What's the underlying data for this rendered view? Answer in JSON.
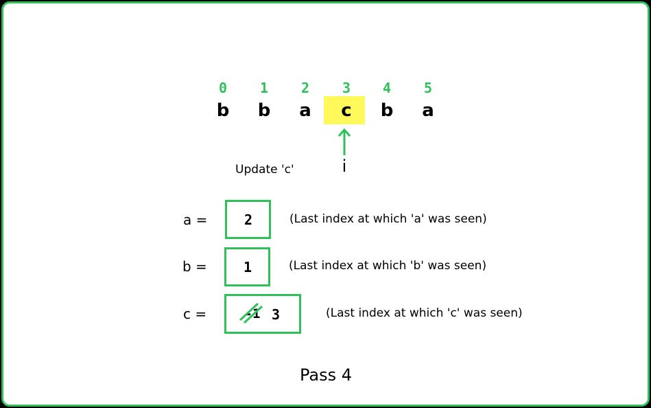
{
  "sequence": {
    "indices": [
      "0",
      "1",
      "2",
      "3",
      "4",
      "5"
    ],
    "characters": [
      "b",
      "b",
      "a",
      "c",
      "b",
      "a"
    ],
    "highlight_color": "#fff95c",
    "index_color": "#2fc05a"
  },
  "pointer": {
    "label": "i"
  },
  "note": "Update 'c'",
  "variables": [
    {
      "name": "a =",
      "value": "2",
      "description": "(Last index at which 'a' was seen)"
    },
    {
      "name": "b =",
      "value": "1",
      "description": "(Last index at which 'b' was seen)"
    },
    {
      "name": "c =",
      "old_value": "-1",
      "value": "3",
      "description": "(Last index at which 'c' was seen)"
    }
  ],
  "caption": "Pass 4",
  "colors": {
    "accent": "#2fc05a",
    "highlight": "#fff95c"
  }
}
